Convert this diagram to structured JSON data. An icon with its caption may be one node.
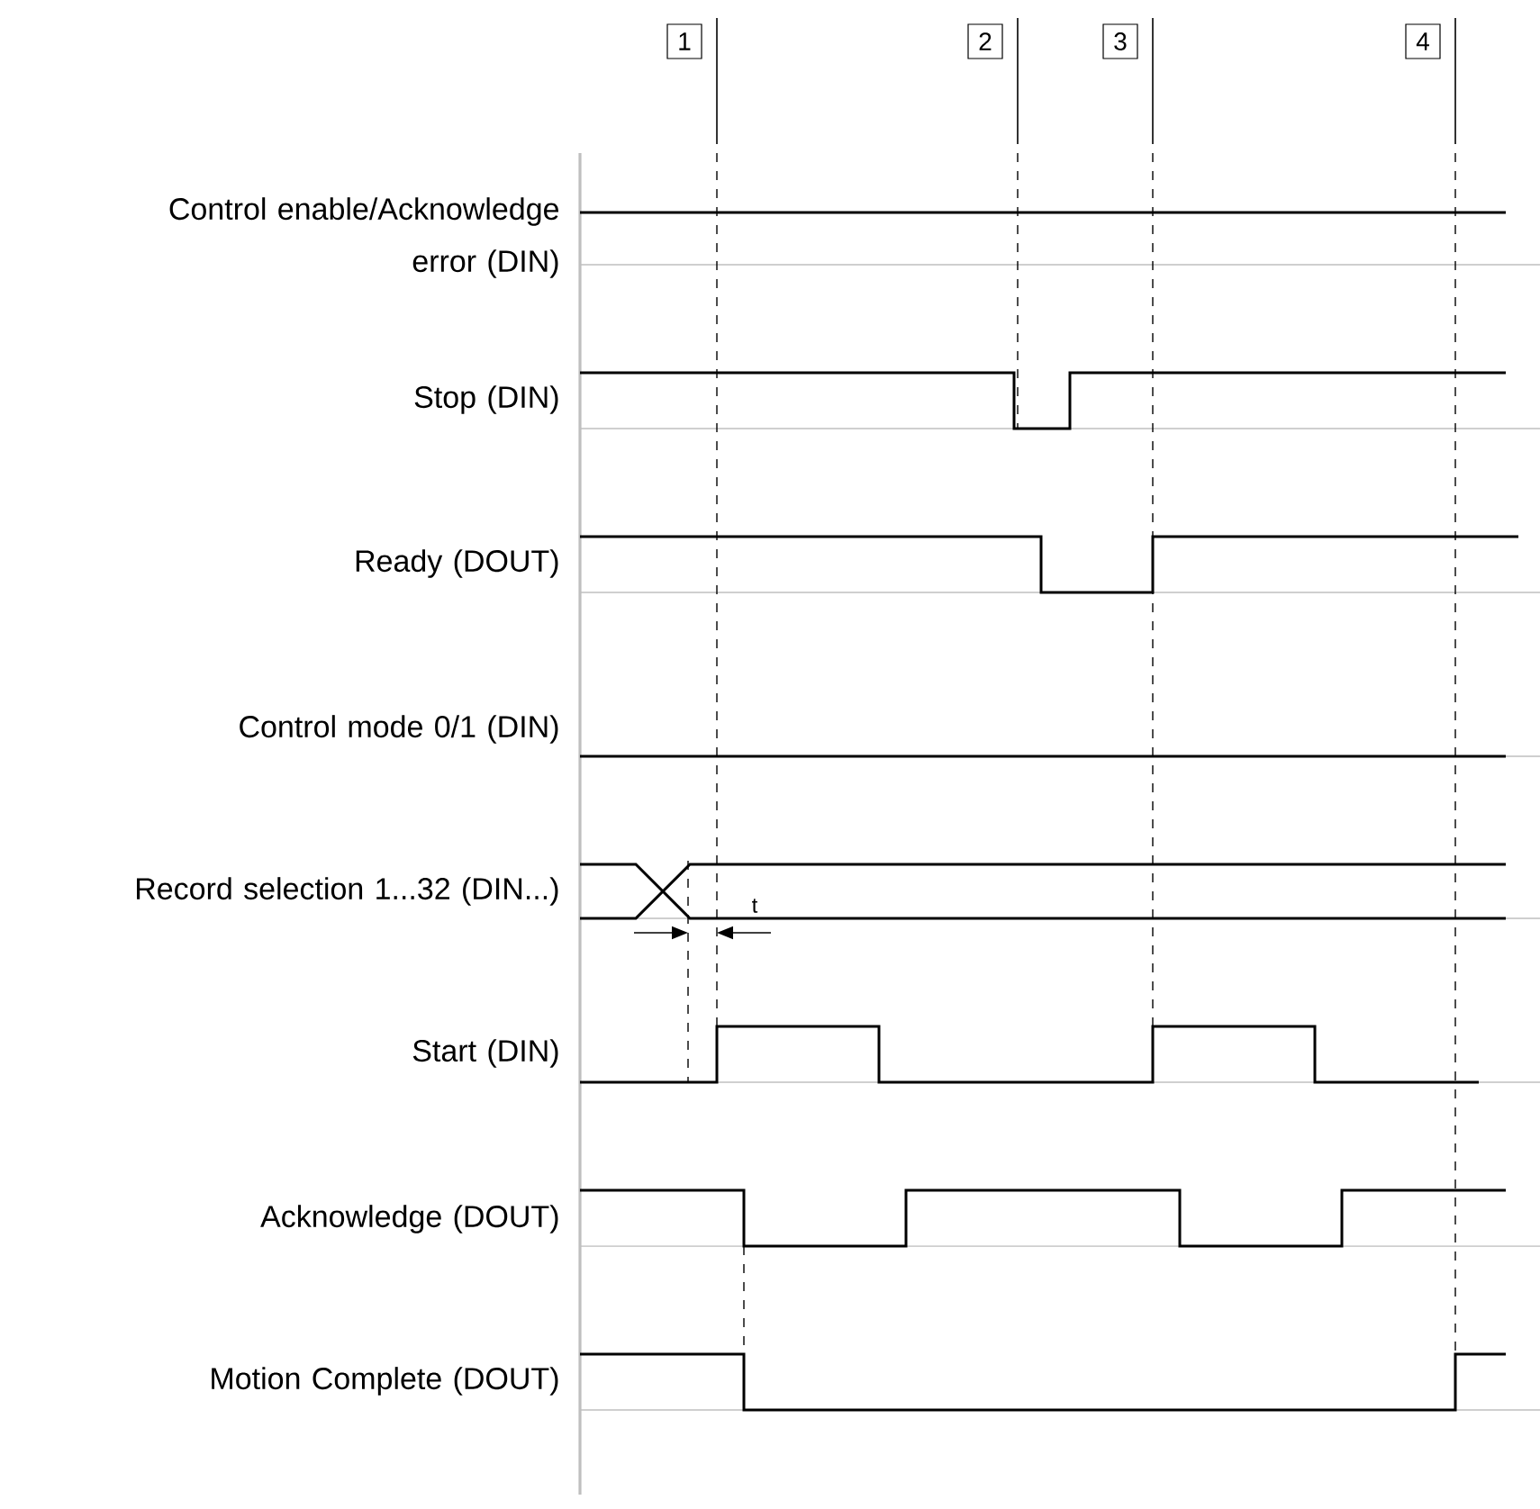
{
  "diagram": {
    "nodes": [
      {
        "text": [
          "1"
        ]
      },
      {
        "text": [
          "2"
        ]
      },
      {
        "text": [
          "3"
        ]
      },
      {
        "text": [
          "4"
        ]
      }
    ],
    "labels": [
      "Control enable/Acknowledge error (DIN)",
      "Stop (DIN)",
      "Ready (DOUT)",
      "Control mode 0/1 (DIN)",
      "Record selection 1...32 (DIN...)",
      "t",
      "Start (DIN)",
      "Acknowledge (DOUT)",
      "Motion Complete (DOUT)"
    ]
  }
}
